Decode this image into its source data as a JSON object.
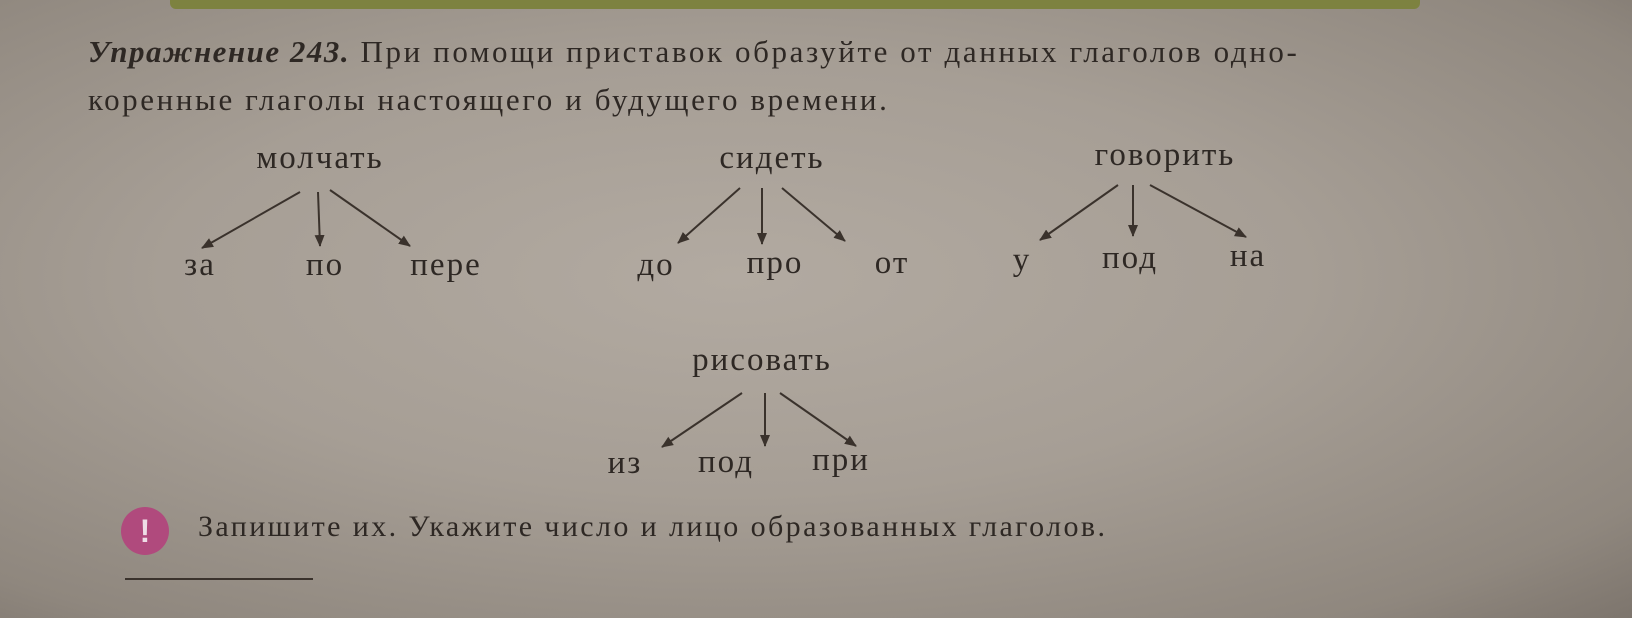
{
  "exercise": {
    "title": "Упражнение 243.",
    "line1": "При помощи приставок образуйте от данных глаголов одно-",
    "line2": "коренные глаголы настоящего и будущего времени."
  },
  "trees": [
    {
      "verb": "молчать",
      "prefixes": [
        "за",
        "по",
        "пере"
      ]
    },
    {
      "verb": "сидеть",
      "prefixes": [
        "до",
        "про",
        "от"
      ]
    },
    {
      "verb": "говорить",
      "prefixes": [
        "у",
        "под",
        "на"
      ]
    },
    {
      "verb": "рисовать",
      "prefixes": [
        "из",
        "под",
        "при"
      ]
    }
  ],
  "note": {
    "icon": "exclamation-icon",
    "icon_glyph": "!",
    "text": "Запишите их. Укажите число и лицо образованных глаголов.",
    "icon_color": "#b04a7d"
  }
}
